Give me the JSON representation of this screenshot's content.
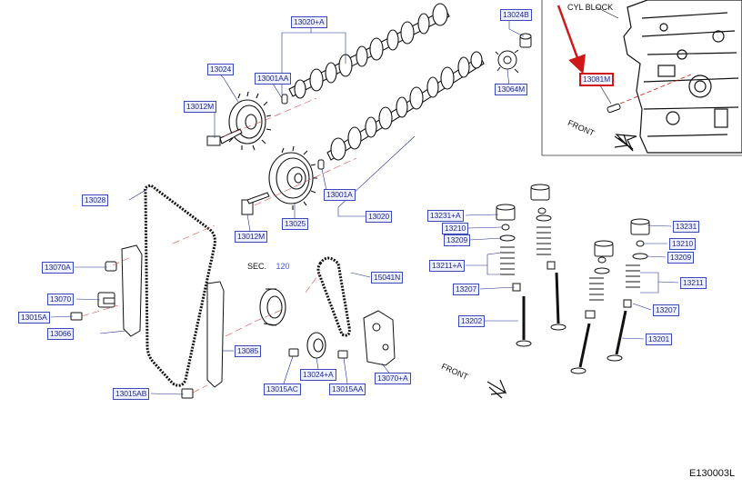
{
  "diagram": {
    "code": "E130003L",
    "texts": {
      "cyl_block": "CYL  BLOCK",
      "front_inset": "FRONT",
      "front_main": "FRONT",
      "sec": "SEC.",
      "sec_num": "120"
    },
    "labels": {
      "p13020A": "13020+A",
      "p13024B": "13024B",
      "p13024": "13024",
      "p13001AA": "13001AA",
      "p13064M": "13064M",
      "p13081M": "13081M",
      "p13012M_top": "13012M",
      "p13028": "13028",
      "p13001A": "13001A",
      "p13025": "13025",
      "p13020": "13020",
      "p13012M_mid": "13012M",
      "p13231A": "13231+A",
      "p13210_l": "13210",
      "p13209_l": "13209",
      "p13211A": "13211+A",
      "p13231": "13231",
      "p13210_r": "13210",
      "p13209_r": "13209",
      "p13211": "13211",
      "p13207_l": "13207",
      "p13207_r": "13207",
      "p13202": "13202",
      "p13201": "13201",
      "p13070A": "13070A",
      "p13070": "13070",
      "p13015A": "13015A",
      "p13066": "13066",
      "p15041N": "15041N",
      "p13085": "13085",
      "p13015AB": "13015AB",
      "p13015AC": "13015AC",
      "p13024A": "13024+A",
      "p13015AA": "13015AA",
      "p13070plusA": "13070+A"
    },
    "colors": {
      "label_text": "#1f2a8a",
      "label_border": "#3a48b8",
      "highlight": "#d01818"
    }
  }
}
